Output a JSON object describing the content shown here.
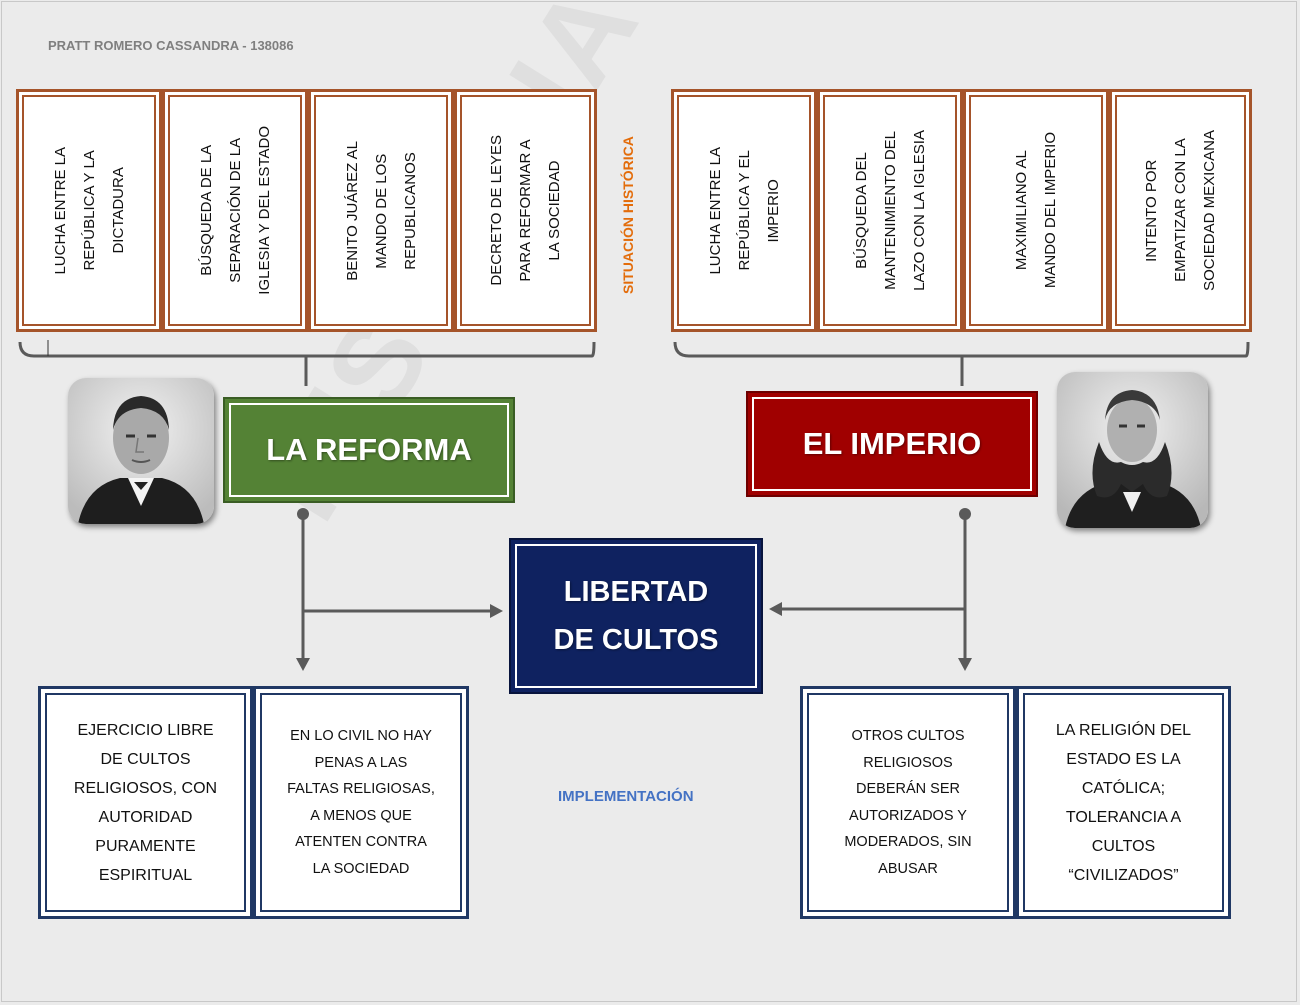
{
  "author": "PRATT ROMERO CASSANDRA - 138086",
  "watermark": "HISTORIA DE MÉXICO",
  "situacion_label": "SITUACIÓN HISTÓRICA",
  "implementacion_label": "IMPLEMENTACIÓN",
  "center": {
    "line1": "LIBERTAD",
    "line2": "DE CULTOS"
  },
  "reforma": {
    "title": "LA REFORMA",
    "situations": [
      "LUCHA ENTRE LA\nREPÚBLICA Y LA\nDICTADURA",
      "BÚSQUEDA DE LA\nSEPARACIÓN DE LA\nIGLESIA Y DEL ESTADO",
      "BENITO JUÁREZ AL\nMANDO DE LOS\nREPUBLICANOS",
      "DECRETO DE LEYES\nPARA REFORMAR A\nLA SOCIEDAD"
    ],
    "implementations": [
      "EJERCICIO LIBRE\nDE CULTOS\nRELIGIOSOS, CON\nAUTORIDAD\nPURAMENTE\nESPIRITUAL",
      "EN LO CIVIL NO HAY\nPENAS A LAS\nFALTAS RELIGIOSAS,\nA MENOS QUE\nATENTEN  CONTRA\nLA SOCIEDAD"
    ]
  },
  "imperio": {
    "title": "EL IMPERIO",
    "situations": [
      "LUCHA ENTRE LA\nREPÚBLICA Y EL\nIMPERIO",
      "BÚSQUEDA DEL\nMANTENIMIENTO DEL\nLAZO CON LA IGLESIA",
      "MAXIMILIANO AL\nMANDO DEL IMPERIO",
      "INTENTO POR\nEMPATIZAR CON LA\nSOCIEDAD MEXICANA"
    ],
    "implementations": [
      "OTROS CULTOS\nRELIGIOSOS\nDEBERÁN SER\nAUTORIZADOS Y\nMODERADOS, SIN\nABUSAR",
      "LA RELIGIÓN DEL\nESTADO ES LA\nCATÓLICA;\nTOLERANCIA A\nCULTOS\n“CIVILIZADOS”"
    ]
  },
  "colors": {
    "reforma": "#548235",
    "imperio": "#a00000",
    "center": "#0f2260",
    "brown": "#a5542a",
    "navy": "#203864",
    "orange_label": "#e36c0a",
    "blue_label": "#4472c4"
  }
}
